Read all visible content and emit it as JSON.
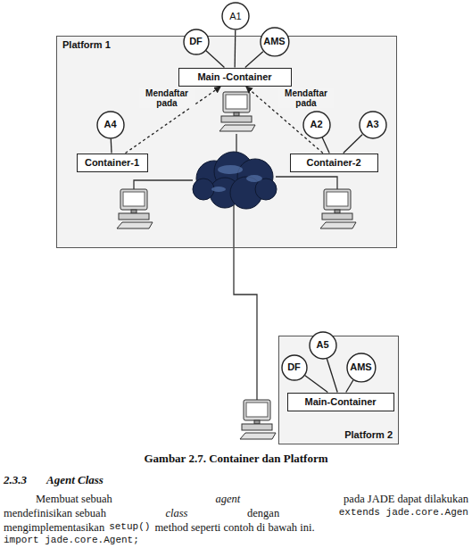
{
  "diagram": {
    "caption": "Gambar 2.7. Container dan Platform",
    "nodes": [
      {
        "text": [
          "A1"
        ]
      },
      {
        "text": [
          "Platform 1"
        ]
      },
      {
        "text": [
          "DF"
        ],
        "in": 1
      },
      {
        "text": [
          "AMS"
        ],
        "in": 1
      },
      {
        "text": [
          "Main -Container"
        ],
        "in": 1
      },
      {
        "text": [
          "A4"
        ],
        "in": 1
      },
      {
        "text": [
          "A2"
        ],
        "in": 1
      },
      {
        "text": [
          "A3"
        ],
        "in": 1
      },
      {
        "text": [
          "Container-1"
        ],
        "in": 1
      },
      {
        "text": [
          "Container-2"
        ],
        "in": 1
      },
      {
        "text": [
          "Platform 2"
        ]
      },
      {
        "text": [
          "A5"
        ],
        "in": 10
      },
      {
        "text": [
          "DF"
        ],
        "in": 10
      },
      {
        "text": [
          "AMS"
        ],
        "in": 10
      },
      {
        "text": [
          "Main-Container"
        ],
        "in": 10
      }
    ],
    "edges": [
      {
        "from": 0,
        "to": 4,
        "arrow": "none"
      },
      {
        "from": 2,
        "to": 4,
        "arrow": "none"
      },
      {
        "from": 3,
        "to": 4,
        "arrow": "none"
      },
      {
        "from": 8,
        "to": 4,
        "label": "Mendaftar pada",
        "arrow": "to"
      },
      {
        "from": 9,
        "to": 4,
        "label": "Mendaftar pada",
        "arrow": "to"
      },
      {
        "from": 5,
        "to": 8,
        "arrow": "none"
      },
      {
        "from": 6,
        "to": 9,
        "arrow": "none"
      },
      {
        "from": 7,
        "to": 9,
        "arrow": "none"
      },
      {
        "from": 11,
        "to": 14,
        "arrow": "none"
      },
      {
        "from": 12,
        "to": 14,
        "arrow": "none"
      },
      {
        "from": 13,
        "to": 14,
        "arrow": "none"
      }
    ],
    "labels": [
      "2.3.3",
      "Agent Class",
      "Membuat sebuah",
      "agent",
      "pada JADE dapat dilakukan",
      "mendefinisikan sebuah",
      "class",
      "dengan",
      "extends jade.core.Agen",
      "mengimplementasikan",
      "setup()",
      "method seperti contoh di bawah ini.",
      "import jade.core.Agent;"
    ]
  }
}
